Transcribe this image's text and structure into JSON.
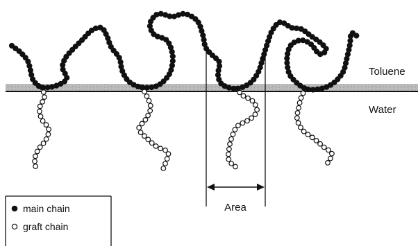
{
  "labels": {
    "upper_phase": "Toluene",
    "lower_phase": "Water",
    "area": "Area"
  },
  "legend": [
    {
      "marker": "filled-bead",
      "label": "main chain"
    },
    {
      "marker": "open-bead",
      "label": "graft chain"
    }
  ],
  "colors": {
    "ink": "#111111",
    "interface_band": "#b5b5b5",
    "background": "#ffffff"
  }
}
